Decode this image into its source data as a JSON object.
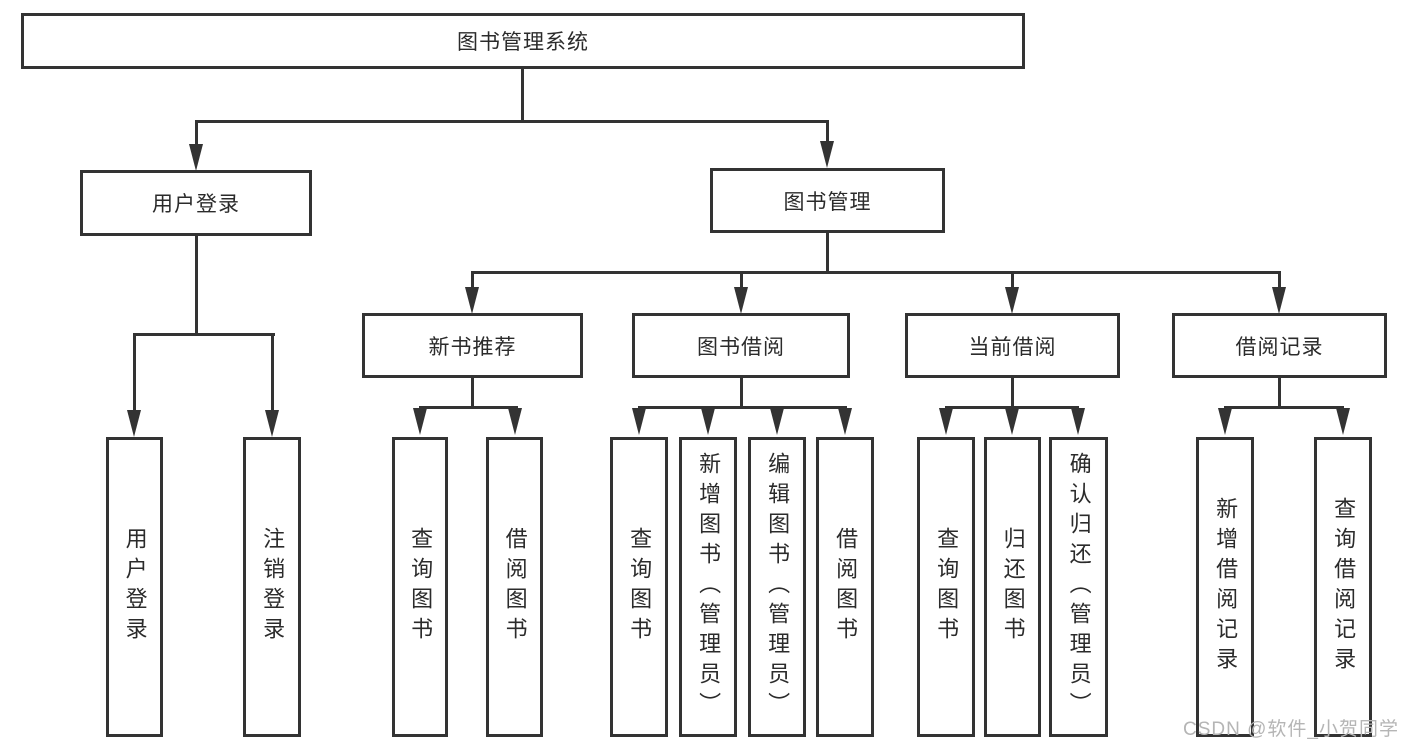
{
  "diagram": {
    "root": {
      "label": "图书管理系统"
    },
    "level2": [
      {
        "label": "用户登录"
      },
      {
        "label": "图书管理"
      }
    ],
    "level3": [
      {
        "label": "新书推荐"
      },
      {
        "label": "图书借阅"
      },
      {
        "label": "当前借阅"
      },
      {
        "label": "借阅记录"
      }
    ],
    "leaves": {
      "login": [
        "用户登录",
        "注销登录"
      ],
      "new_books": [
        "查询图书",
        "借阅图书"
      ],
      "borrow": [
        "查询图书",
        "新增图书（管理员）",
        "编辑图书（管理员）",
        "借阅图书"
      ],
      "current": [
        "查询图书",
        "归还图书",
        "确认归还（管理员）"
      ],
      "records": [
        "新增借阅记录",
        "查询借阅记录"
      ]
    }
  },
  "watermark": "CSDN @软件_小贺同学",
  "colors": {
    "line": "#333333",
    "text": "#2b2b2b",
    "watermark": "#b5b5b5",
    "background": "#ffffff"
  }
}
